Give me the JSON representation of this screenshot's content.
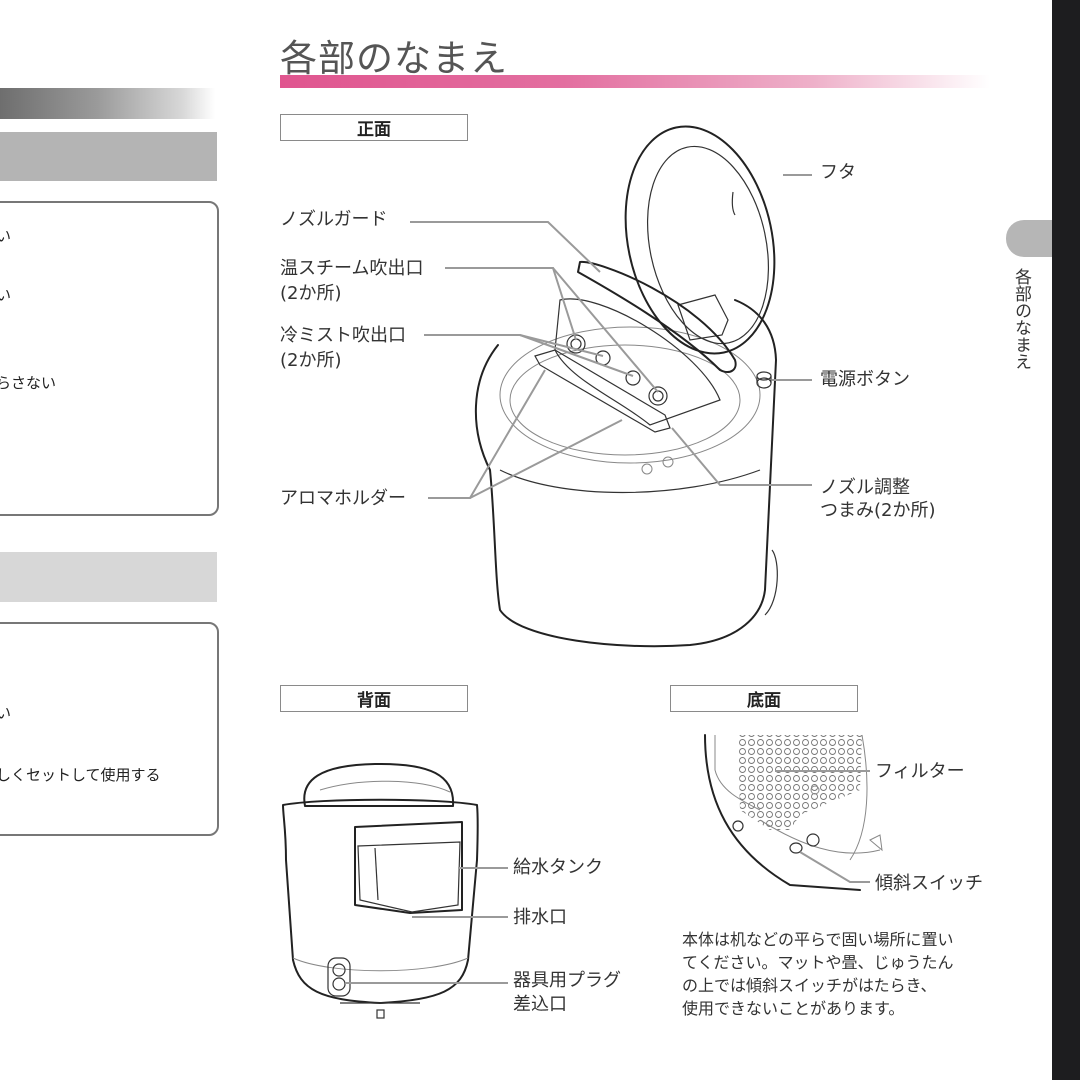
{
  "page": {
    "title": "各部のなまえ",
    "side_tab_label": "各部のなまえ",
    "accent_color": "#e0558f"
  },
  "left_panel": {
    "box1_lines": [
      "い",
      "い",
      "らさない"
    ],
    "box2_lines": [
      "い",
      "しくセットして使用する"
    ]
  },
  "sections": {
    "front": {
      "label": "正面",
      "callouts": {
        "nozzle_guard": "ノズルガード",
        "warm_steam_outlet": "温スチーム吹出口",
        "warm_steam_outlet_count": "(2か所)",
        "cool_mist_outlet": "冷ミスト吹出口",
        "cool_mist_outlet_count": "(2か所)",
        "aroma_holder": "アロマホルダー",
        "lid": "フタ",
        "power_button": "電源ボタン",
        "nozzle_knob_line1": "ノズル調整",
        "nozzle_knob_line2": "つまみ(2か所)"
      }
    },
    "back": {
      "label": "背面",
      "callouts": {
        "water_tank": "給水タンク",
        "drain": "排水口",
        "plug_line1": "器具用プラグ",
        "plug_line2": "差込口"
      }
    },
    "bottom": {
      "label": "底面",
      "callouts": {
        "filter": "フィルター",
        "tilt_switch": "傾斜スイッチ"
      },
      "note_lines": [
        "本体は机などの平らで固い場所に置い",
        "てください。マットや畳、じゅうたん",
        "の上では傾斜スイッチがはたらき、",
        "使用できないことがあります。"
      ]
    }
  }
}
